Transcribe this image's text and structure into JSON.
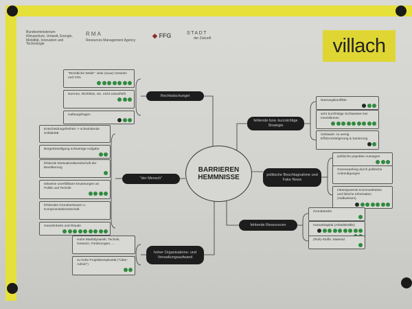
{
  "logos": {
    "ministry": "Bundesministerium Klimaschutz, Umwelt, Energie, Mobilität, Innovation und Technologie",
    "rma_word": "RMA",
    "rma_sub": "Resources Management Agency",
    "ffg": "FFG",
    "stadt": "STADT",
    "stadt_sub": "der Zukunft",
    "villach": "villach"
  },
  "center": {
    "line1": "BARRIEREN",
    "line2": "HEMMNISSE"
  },
  "branches": [
    {
      "label": "Rechtsdschungel",
      "items": [
        {
          "text": "\"Rechtliche Welle\": viele (neue) Gesetze und VOs",
          "green": 7,
          "dark": 0
        },
        {
          "text": "Normen, Richtlinie, etc. nicht zukunftsfit",
          "green": 3,
          "dark": 0
        },
        {
          "text": "Haftungsfragen",
          "green": 2,
          "dark": 1
        }
      ]
    },
    {
      "label": "\"der Mensch\"",
      "items": [
        {
          "text": "Entscheidungsfreiheit -> schwindende Solidarität",
          "green": 0,
          "dark": 0
        },
        {
          "text": "Bürgerbeteiligung schwierige Aufgabe",
          "green": 2,
          "dark": 0
        },
        {
          "text": "fehlende Motivation/Bereitschaft der Bevölkerung",
          "green": 1,
          "dark": 0
        },
        {
          "text": "teilweise unerfüllbare Erwartungen an Politik und Technik",
          "green": 4,
          "dark": 0
        },
        {
          "text": "fehlendes Grundvertrauen u. Kompromissbereitschaft",
          "green": 0,
          "dark": 0
        },
        {
          "text": "Gewohnheite und Rituale",
          "green": 9,
          "dark": 0
        }
      ]
    },
    {
      "label": "hoher Organisations- und Verwaltungsaufwand",
      "items": [
        {
          "text": "Hohe Marktdynamik: Technik, Gesetze, Förderungen, ...",
          "green": 0,
          "dark": 0
        },
        {
          "text": "zu hohe Projektkomplexität (\"Über-Admin\")",
          "green": 2,
          "dark": 0
        }
      ]
    },
    {
      "label": "fehlende bzw. kurzsichtige Strategie",
      "items": [
        {
          "text": "Nutzungskonflikte",
          "green": 2,
          "dark": 1
        },
        {
          "text": "sehr kurzfristige Sichtweisen bei Investitionen",
          "green": 9,
          "dark": 0
        },
        {
          "text": "Gebäude: zu wenig Effizienzsteigerung & Sanierung",
          "green": 1,
          "dark": 1
        }
      ]
    },
    {
      "label": "politische Beschlagnahme und Fake News",
      "items": [
        {
          "text": "politische populäre Aussagen",
          "green": 3,
          "dark": 0
        },
        {
          "text": "Greenwashing durch politische Ankündigungen",
          "green": 0,
          "dark": 0
        },
        {
          "text": "intransparente Kommunikation und falsche Information (Halbwissen)",
          "green": 6,
          "dark": 1
        }
      ]
    },
    {
      "label": "fehlende Ressourcen",
      "items": [
        {
          "text": "Grundstücke",
          "green": 1,
          "dark": 0
        },
        {
          "text": "Humankapital (Arbeitskräfte)",
          "green": 10,
          "dark": 1
        },
        {
          "text": "(Roh)-Stoffe, Material",
          "green": 1,
          "dark": 0
        }
      ]
    }
  ],
  "colors": {
    "tape": "#e6e03a",
    "vote_green": "#2f8a3e",
    "pill": "#1d1d1d"
  }
}
